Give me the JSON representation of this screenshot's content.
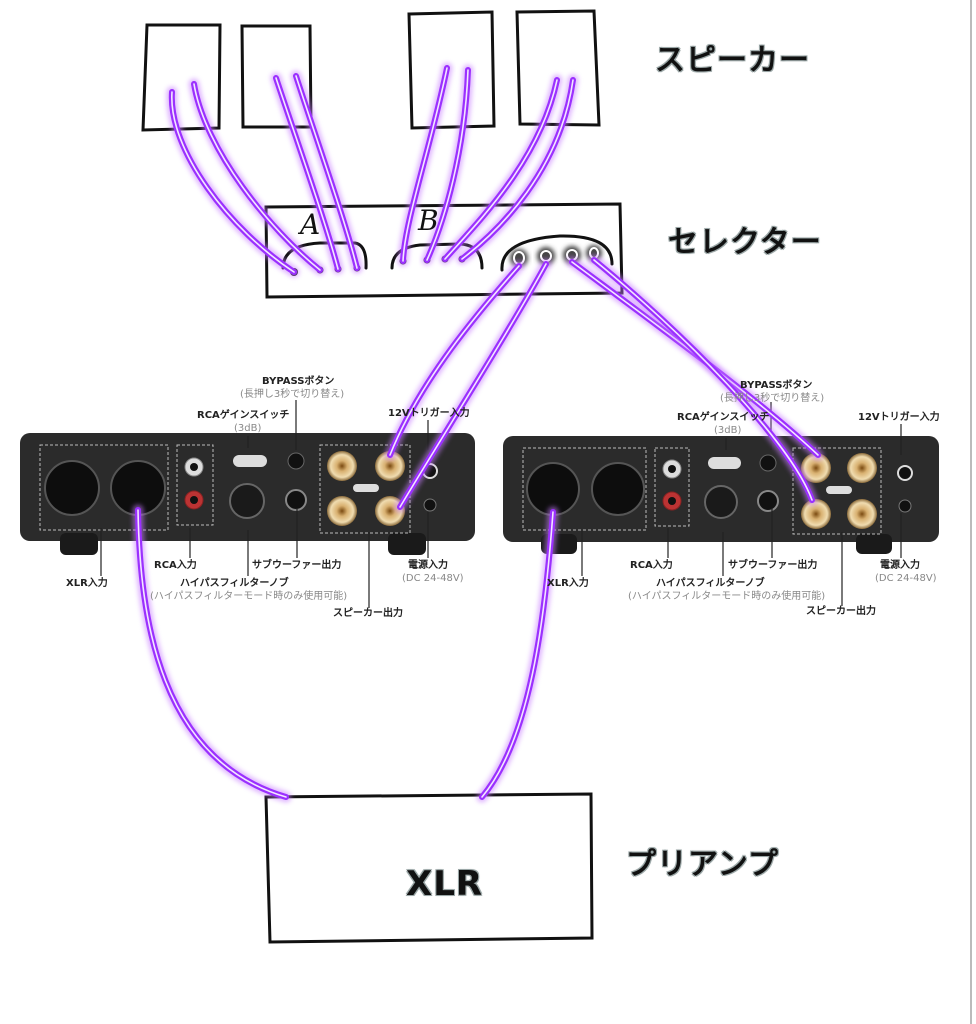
{
  "labels": {
    "speaker": "スピーカー",
    "selector": "セレクター",
    "preamp": "プリアンプ",
    "preamp_connector": "XLR",
    "selector_group_a": "A",
    "selector_group_b": "B"
  },
  "amplifiers": [
    {
      "bypass_button": "BYPASSボタン",
      "bypass_note": "(長押し3秒で切り替え)",
      "rca_gain_switch": "RCAゲインスイッチ",
      "rca_gain_note": "(3dB)",
      "trigger_input": "12Vトリガー入力",
      "xlr_input": "XLR入力",
      "rca_input": "RCA入力",
      "sub_out": "サブウーファー出力",
      "highpass_knob": "ハイパスフィルターノブ",
      "highpass_note": "(ハイパスフィルターモード時のみ使用可能)",
      "power_input": "電源入力",
      "power_note": "(DC 24-48V)",
      "speaker_out": "スピーカー出力"
    },
    {
      "bypass_button": "BYPASSボタン",
      "bypass_note": "(長押し3秒で切り替え)",
      "rca_gain_switch": "RCAゲインスイッチ",
      "rca_gain_note": "(3dB)",
      "trigger_input": "12Vトリガー入力",
      "xlr_input": "XLR入力",
      "rca_input": "RCA入力",
      "sub_out": "サブウーファー出力",
      "highpass_knob": "ハイパスフィルターノブ",
      "highpass_note": "(ハイパスフィルターモード時のみ使用可能)",
      "power_input": "電源入力",
      "power_note": "(DC 24-48V)",
      "speaker_out": "スピーカー出力"
    }
  ],
  "colors": {
    "cable": "#9b30ff",
    "cable_glow": "#c77dff",
    "cable_core": "#f3e6ff",
    "sketch": "#111111",
    "amp_body": "#2b2b2b"
  }
}
